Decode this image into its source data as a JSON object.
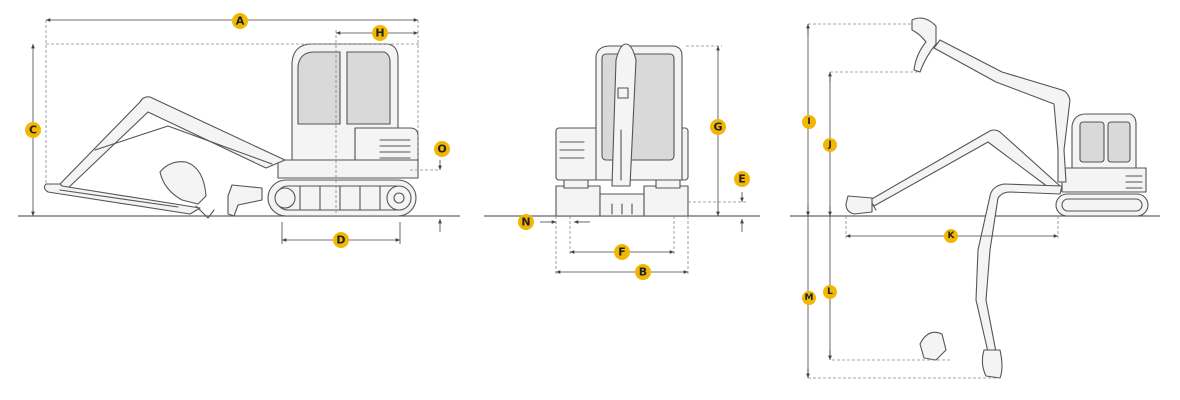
{
  "dimension_labels": {
    "A": "A",
    "B": "B",
    "C": "C",
    "D": "D",
    "E": "E",
    "F": "F",
    "G": "G",
    "H": "H",
    "I": "I",
    "J": "J",
    "K": "K",
    "L": "L",
    "M": "M",
    "N": "N",
    "O": "O"
  },
  "colors": {
    "badge": "#f2b705",
    "line": "#555555",
    "glass": "#d9d9d9"
  }
}
